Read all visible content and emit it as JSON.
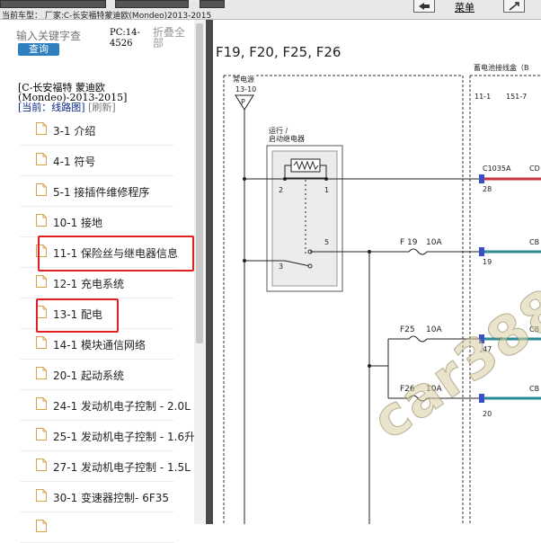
{
  "topbar": {
    "vehicle_text": "当前车型：   厂家:C-长安福特蒙迪欧(Mondeo)2013-2015",
    "menu_label": "菜单"
  },
  "search": {
    "placeholder": "输入关键字查",
    "button_label": "查询",
    "pc_code": "PC:14-4526",
    "collapse_label": "折叠全部"
  },
  "crumb": {
    "model_line1": "[C-长安福特 蒙迪欧",
    "model_line2": "(Mondeo)-2013-2015]",
    "current_label": "[当前：线路图]",
    "refresh_label": "[刷新]"
  },
  "tree": {
    "items": [
      {
        "label": "3-1 介绍"
      },
      {
        "label": "4-1 符号"
      },
      {
        "label": "5-1 接插件维修程序"
      },
      {
        "label": "10-1 接地"
      },
      {
        "label": "11-1 保险丝与继电器信息"
      },
      {
        "label": "12-1 充电系统"
      },
      {
        "label": "13-1 配电"
      },
      {
        "label": "14-1 模块通信网络"
      },
      {
        "label": "20-1 起动系统"
      },
      {
        "label": "24-1 发动机电子控制 - 2.0L"
      },
      {
        "label": "25-1 发动机电子控制 - 1.6升"
      },
      {
        "label": "27-1 发动机电子控制 - 1.5L"
      },
      {
        "label": "30-1 变速器控制- 6F35"
      }
    ]
  },
  "diagram": {
    "title": "F19, F20, F25, F26",
    "battery_label": "常电源",
    "battery_pin": "13-10",
    "battery_letter": "P",
    "relay_label_1": "运行 /",
    "relay_label_2": "启动继电器",
    "pin_2": "2",
    "pin_1": "1",
    "pin_5": "5",
    "pin_3": "3",
    "junction_box": "蓄电池接线盒（B",
    "jb_pin_a": "11-1",
    "jb_pin_b": "151-7",
    "conn_c1035a": "C1035A",
    "conn_28": "28",
    "cut_cd": "CD",
    "fuse_f19": "F 19",
    "f19_rating": "10A",
    "conn_19": "19",
    "cut_cb1": "CB",
    "fuse_f25": "F25",
    "f25_rating": "10A",
    "conn_47": "47",
    "cut_cb2": "CB",
    "fuse_f26": "F26",
    "f26_rating": "10A",
    "conn_20": "20",
    "cut_cb3": "CB"
  },
  "watermark": "car388",
  "colors": {
    "accent_blue": "#2e7fbf",
    "highlight_red": "#e02020",
    "wire_red": "#c8323c",
    "wire_teal": "#2a8a96",
    "jb_blue": "#3a50c8"
  }
}
